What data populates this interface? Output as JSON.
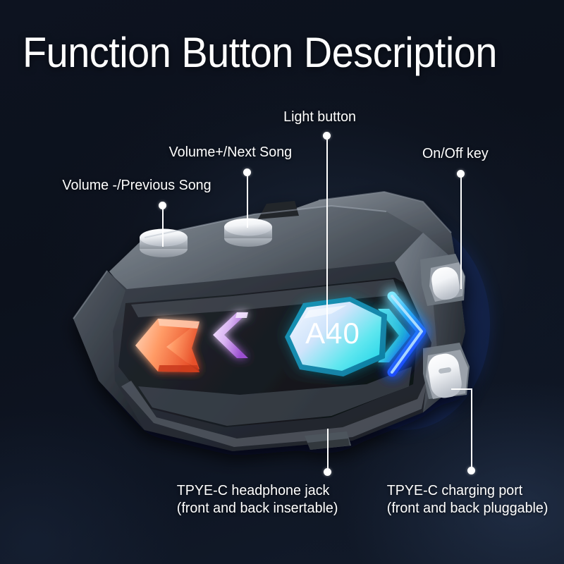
{
  "page": {
    "title": "Function Button Description",
    "background_color": "#0d1320",
    "text_color": "#ffffff"
  },
  "product": {
    "model_label": "A40",
    "body_color": "#3a4049",
    "accent_colors": {
      "model_button_glow": "#2fd8ef",
      "led_left_arrow": "#ff7a4d",
      "led_mid_chevron": "#b96ee0",
      "led_right_chevron": "#2a6cff"
    }
  },
  "callouts": [
    {
      "id": "volume-down",
      "label": "Volume -/Previous Song",
      "label2": "",
      "target": "left top physical button"
    },
    {
      "id": "volume-up",
      "label": "Volume+/Next Song",
      "label2": "",
      "target": "right top physical button"
    },
    {
      "id": "light-button",
      "label": "Light button",
      "label2": "",
      "target": "A40 hexagon button"
    },
    {
      "id": "power-key",
      "label": "On/Off key",
      "label2": "",
      "target": "right side upper button"
    },
    {
      "id": "headphone-jack",
      "label": "TPYE-C headphone jack",
      "label2": "(front and back insertable)",
      "target": "underside port"
    },
    {
      "id": "charging-port",
      "label": "TPYE-C charging port",
      "label2": "(front and back pluggable)",
      "target": "right side lower port"
    }
  ]
}
